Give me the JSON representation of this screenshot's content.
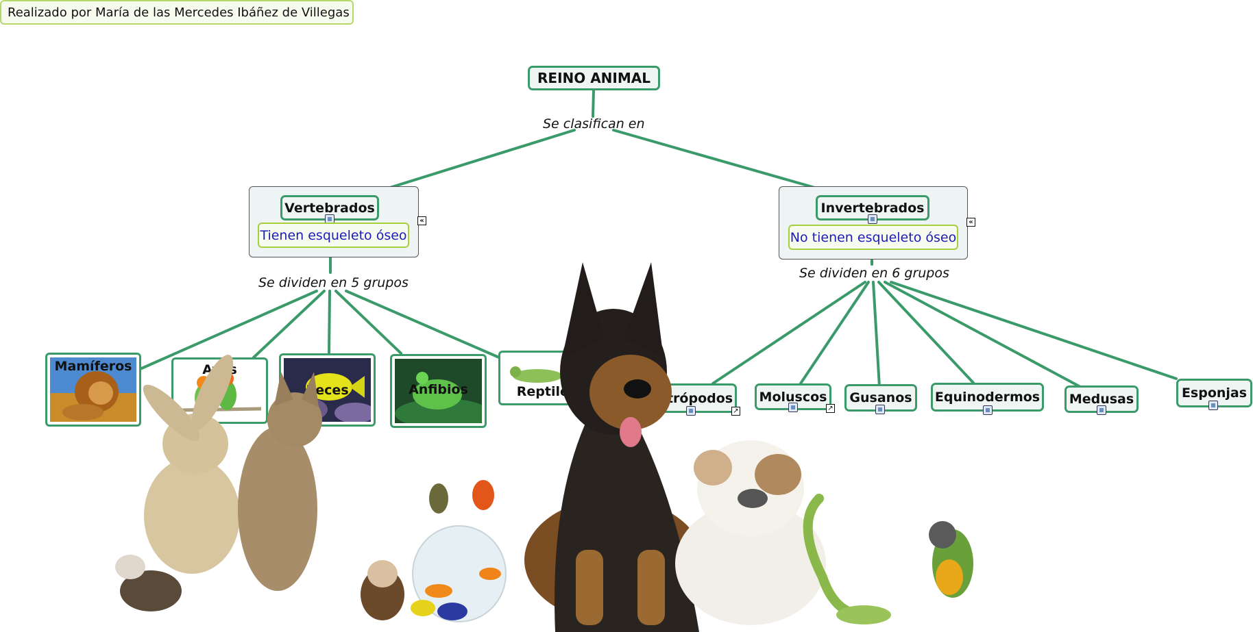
{
  "author": "Realizado por María de las Mercedes Ibáñez de Villegas",
  "root": "REINO ANIMAL",
  "root_link": "Se clasifican en",
  "vertebrados": {
    "label": "Vertebrados",
    "description": "Tienen esqueleto óseo",
    "link": "Se dividen en 5 grupos",
    "groups": [
      "Mamíferos",
      "Aves",
      "Peces",
      "Anfibios",
      "Reptiles"
    ]
  },
  "invertebrados": {
    "label": "Invertebrados",
    "description": "No tienen esqueleto óseo",
    "link": "Se dividen en 6 grupos",
    "groups": [
      "Artrópodos",
      "Moluscos",
      "Gusanos",
      "Equinodermos",
      "Medusas",
      "Esponjas"
    ]
  },
  "icons": {
    "collapse": "collapse-icon",
    "resource": "document-icon",
    "image": "image-icon",
    "shortcut": "arrow-link-icon"
  },
  "colors": {
    "link_line": "#3a9a6a",
    "node_border": "#3a9a6a",
    "description_text": "#1c1cb8",
    "description_border": "#a6cf3c"
  }
}
